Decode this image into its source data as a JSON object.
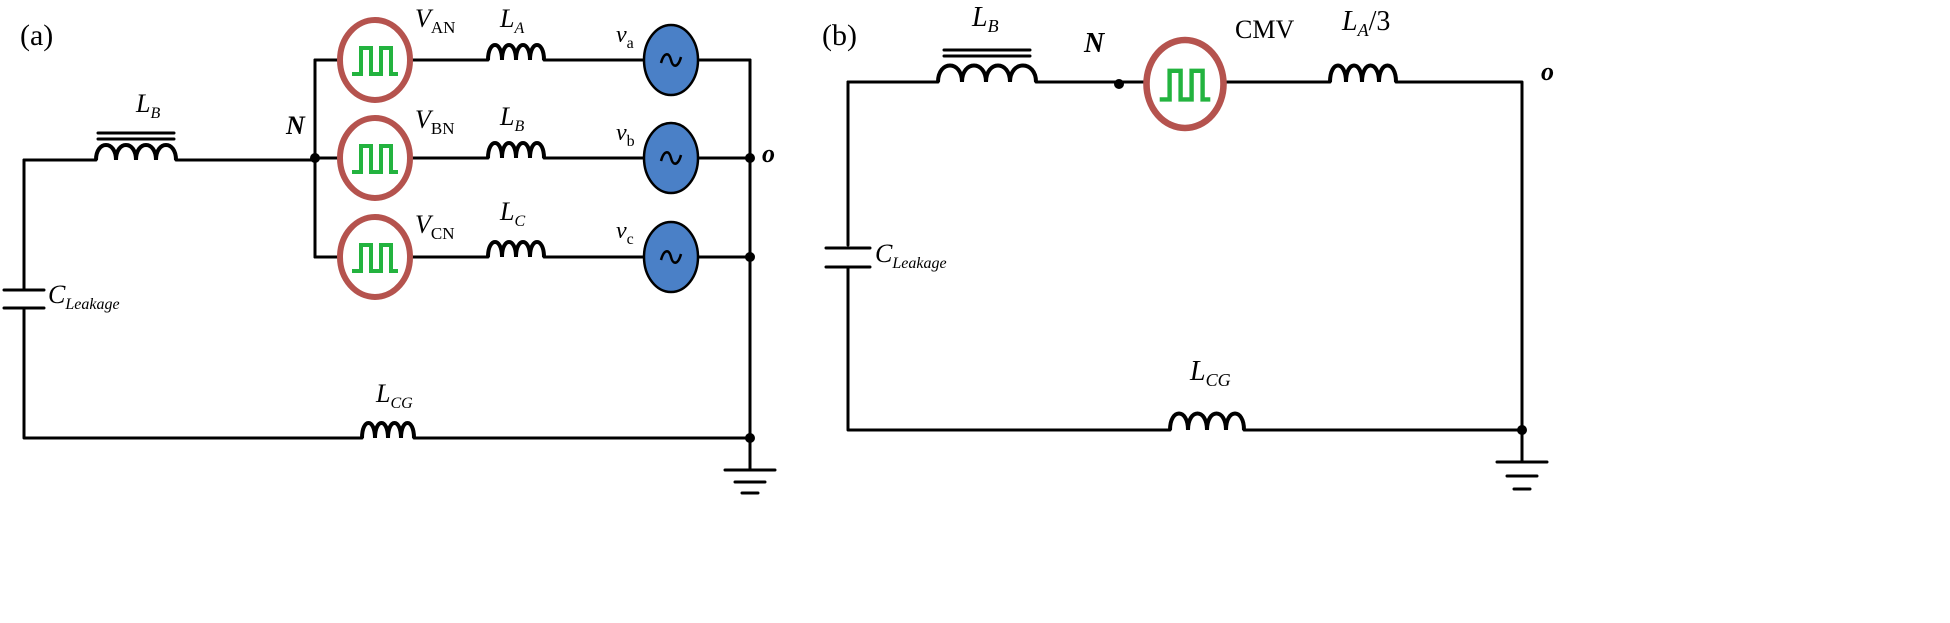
{
  "panel_a": {
    "tag": "(a)",
    "inductor_LB": {
      "main": "L",
      "sub": "B"
    },
    "node_N": "N",
    "node_O": "o",
    "capacitor": {
      "main": "C",
      "sub": "Leakage"
    },
    "inductor_LCG": {
      "main": "L",
      "sub": "CG"
    },
    "phases": [
      {
        "voltage_main": "V",
        "voltage_sub": "AN",
        "ind_main": "L",
        "ind_sub": "A",
        "src_main": "v",
        "src_sub": "a"
      },
      {
        "voltage_main": "V",
        "voltage_sub": "BN",
        "ind_main": "L",
        "ind_sub": "B",
        "src_main": "v",
        "src_sub": "b"
      },
      {
        "voltage_main": "V",
        "voltage_sub": "CN",
        "ind_main": "L",
        "ind_sub": "C",
        "src_main": "v",
        "src_sub": "c"
      }
    ]
  },
  "panel_b": {
    "tag": "(b)",
    "inductor_LB": {
      "main": "L",
      "sub": "B"
    },
    "node_N": "N",
    "source": "CMV",
    "inductor_LA3": {
      "main": "L",
      "sub": "A",
      "suffix": "/3"
    },
    "node_O": "o",
    "capacitor": {
      "main": "C",
      "sub": "Leakage"
    },
    "inductor_LCG": {
      "main": "L",
      "sub": "CG"
    }
  },
  "colors": {
    "source_ring": "#b5534e",
    "pulse": "#23b33f",
    "ac_source": "#4a80c7"
  }
}
